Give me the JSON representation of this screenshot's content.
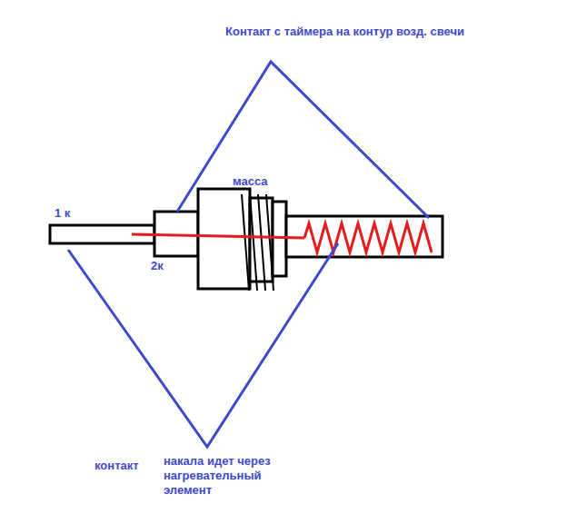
{
  "diagram": {
    "labels": [
      "Контакт с таймера на контур возд. свечи",
      "масса",
      "1 к",
      "2к",
      "контакт",
      "накала идет через нагревательный элемент"
    ]
  }
}
